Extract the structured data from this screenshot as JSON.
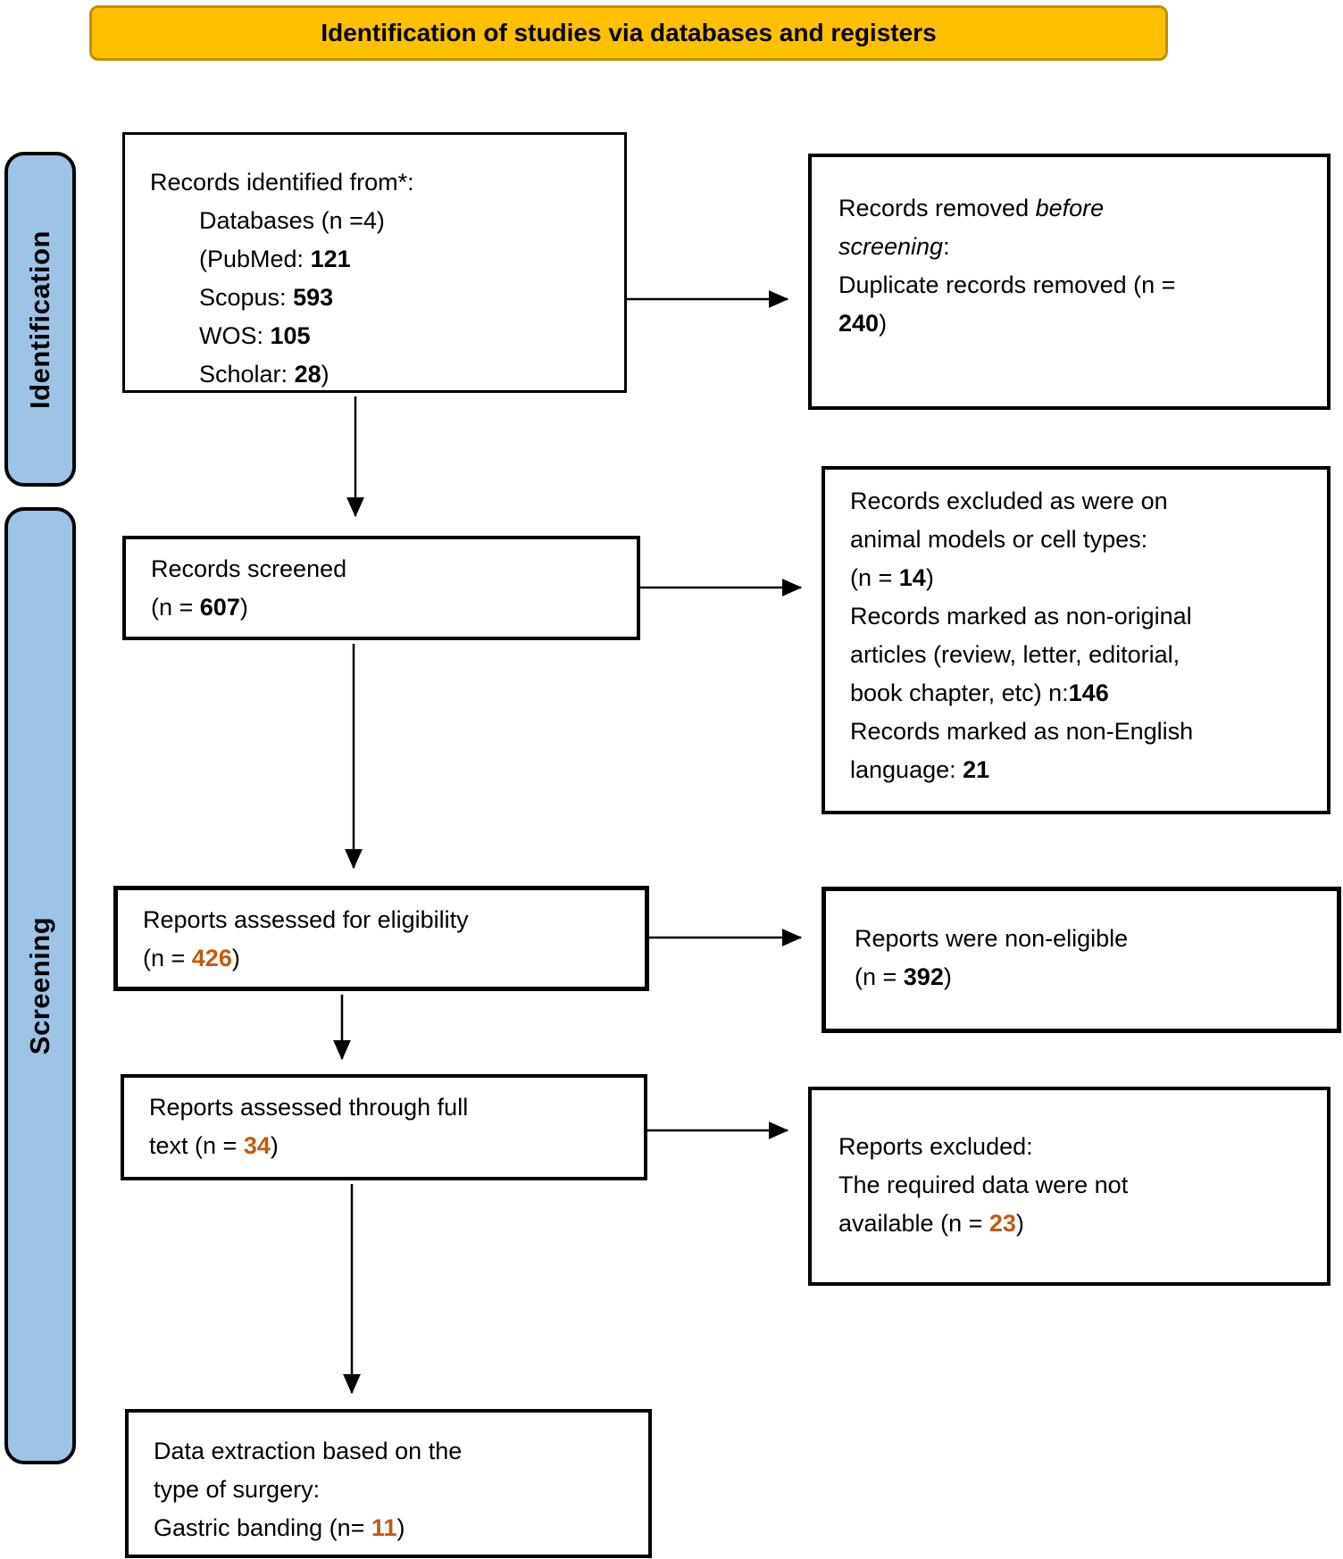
{
  "banner": {
    "title": "Identification of studies via databases and registers"
  },
  "stages": {
    "identification": "Identification",
    "screening": "Screening"
  },
  "colors": {
    "banner_fill": "#FFC000",
    "banner_border": "#BF9000",
    "side_fill": "#9DC3E6",
    "accent": "#C45911",
    "box_border": "#000000"
  },
  "boxes": {
    "records_identified": {
      "lines": [
        {
          "pre": "Records identified from*:"
        },
        {
          "pre": "Databases (n =4)"
        },
        {
          "pre": "(PubMed: ",
          "b": "121"
        },
        {
          "pre": "Scopus: ",
          "b": "593"
        },
        {
          "pre": "WOS: ",
          "b": "105"
        },
        {
          "pre": "Scholar: ",
          "b": "28",
          "post": ")"
        }
      ]
    },
    "records_removed": {
      "lines": [
        {
          "pre": "Records removed ",
          "it": "before"
        },
        {
          "it": "screening",
          "post": ":"
        },
        {
          "pre": "Duplicate records removed (n ="
        },
        {
          "b": "240",
          "post": ")"
        }
      ]
    },
    "records_screened": {
      "lines": [
        {
          "pre": "Records screened"
        },
        {
          "pre": "(n = ",
          "b": "607",
          "post": ")"
        }
      ]
    },
    "records_excluded": {
      "lines": [
        {
          "pre": "Records excluded as were on"
        },
        {
          "pre": "animal models or cell types:"
        },
        {
          "pre": "(n = ",
          "b": "14",
          "post": ")"
        },
        {
          "pre": "Records marked as non-original"
        },
        {
          "pre": "articles (review, letter, editorial,"
        },
        {
          "pre": "book chapter, etc) n:",
          "b": "146"
        },
        {
          "pre": "Records marked as non-English"
        },
        {
          "pre": "language: ",
          "b": "21"
        }
      ]
    },
    "reports_assessed_eligibility": {
      "lines": [
        {
          "pre": "Reports assessed for eligibility"
        },
        {
          "pre": "(n = ",
          "ab": "426",
          "post": ")"
        }
      ]
    },
    "reports_non_eligible": {
      "lines": [
        {
          "pre": "Reports were non-eligible"
        },
        {
          "pre": "(n = ",
          "b": "392",
          "post": ")"
        }
      ]
    },
    "reports_full_text": {
      "lines": [
        {
          "pre": "Reports assessed through full"
        },
        {
          "pre": "text (n = ",
          "ab": "34",
          "post": ")"
        }
      ]
    },
    "reports_excluded": {
      "lines": [
        {
          "pre": "Reports excluded:"
        },
        {
          "pre": "The required data were not"
        },
        {
          "pre": "available (n = ",
          "ab": "23",
          "post": ")"
        }
      ]
    },
    "data_extraction": {
      "lines": [
        {
          "pre": "Data extraction based on the"
        },
        {
          "pre": "type of surgery:"
        },
        {
          "pre": "Gastric banding (n= ",
          "ab": "11",
          "post": ")"
        }
      ]
    }
  }
}
